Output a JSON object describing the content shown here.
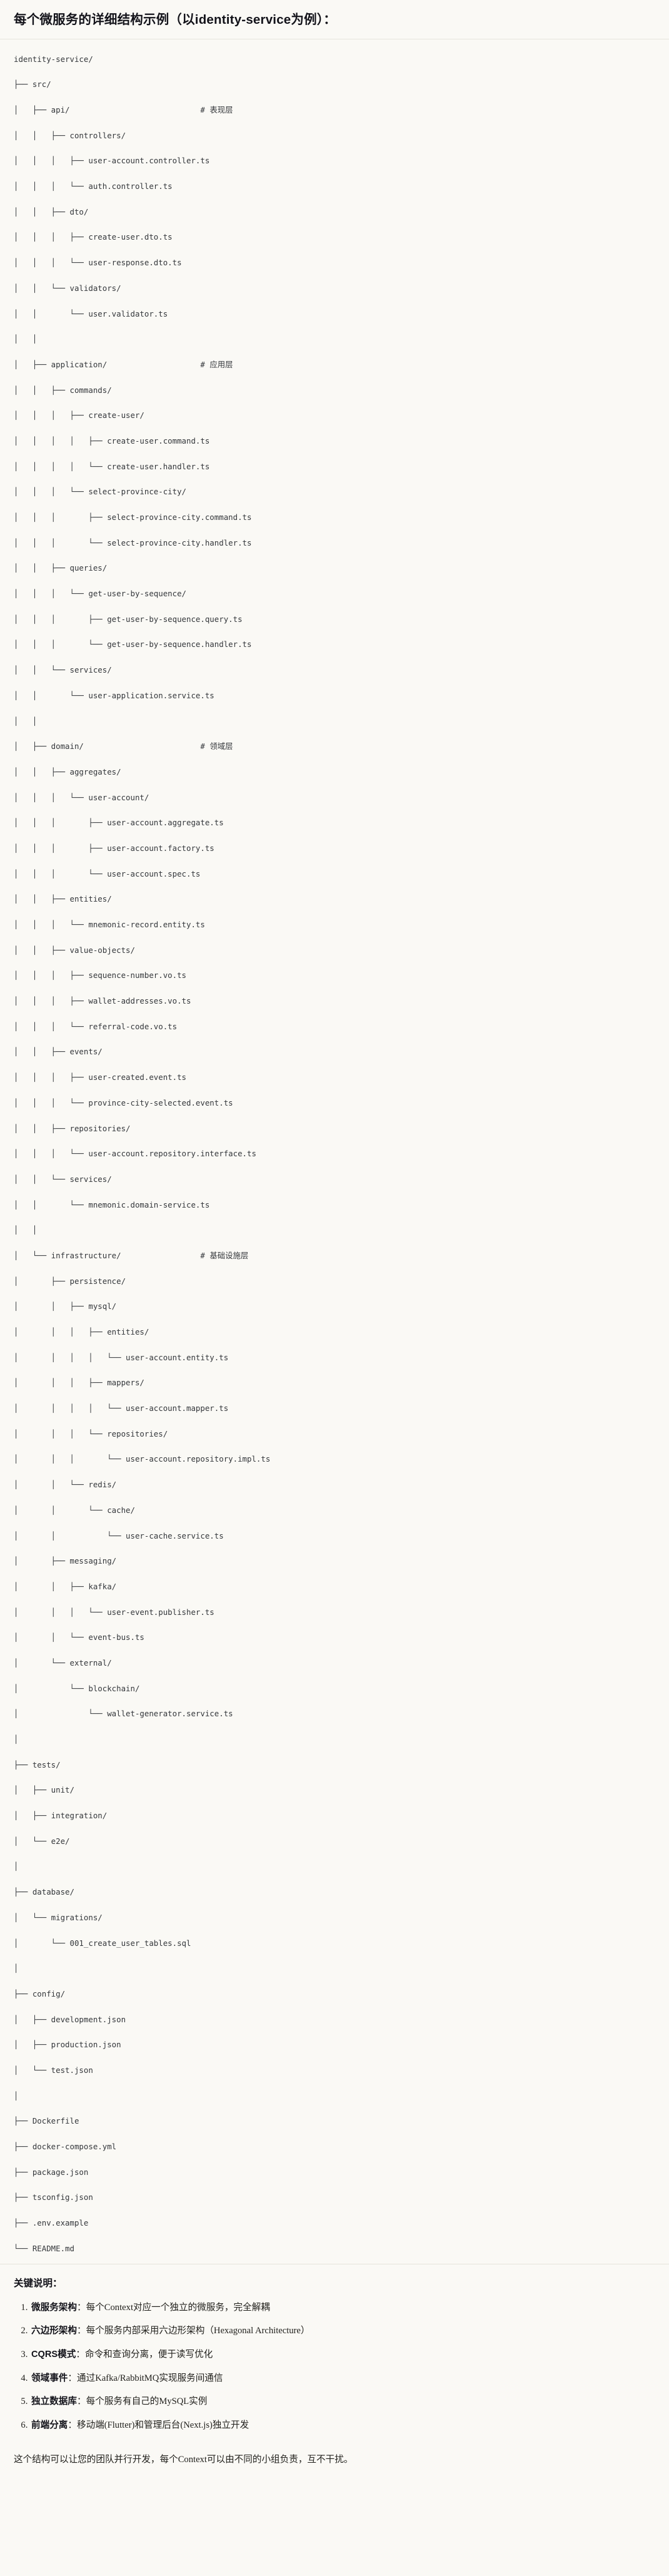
{
  "heading": "每个微服务的详细结构示例（以identity-service为例）：",
  "tree": {
    "root": "identity-service/",
    "lines": [
      {
        "text": "identity-service/",
        "comment": ""
      },
      {
        "text": "├── src/",
        "comment": ""
      },
      {
        "text": "│   ├── api/",
        "comment": "# 表现层"
      },
      {
        "text": "│   │   ├── controllers/",
        "comment": ""
      },
      {
        "text": "│   │   │   ├── user-account.controller.ts",
        "comment": ""
      },
      {
        "text": "│   │   │   └── auth.controller.ts",
        "comment": ""
      },
      {
        "text": "│   │   ├── dto/",
        "comment": ""
      },
      {
        "text": "│   │   │   ├── create-user.dto.ts",
        "comment": ""
      },
      {
        "text": "│   │   │   └── user-response.dto.ts",
        "comment": ""
      },
      {
        "text": "│   │   └── validators/",
        "comment": ""
      },
      {
        "text": "│   │       └── user.validator.ts",
        "comment": ""
      },
      {
        "text": "│   │",
        "comment": ""
      },
      {
        "text": "│   ├── application/",
        "comment": "# 应用层"
      },
      {
        "text": "│   │   ├── commands/",
        "comment": ""
      },
      {
        "text": "│   │   │   ├── create-user/",
        "comment": ""
      },
      {
        "text": "│   │   │   │   ├── create-user.command.ts",
        "comment": ""
      },
      {
        "text": "│   │   │   │   └── create-user.handler.ts",
        "comment": ""
      },
      {
        "text": "│   │   │   └── select-province-city/",
        "comment": ""
      },
      {
        "text": "│   │   │       ├── select-province-city.command.ts",
        "comment": ""
      },
      {
        "text": "│   │   │       └── select-province-city.handler.ts",
        "comment": ""
      },
      {
        "text": "│   │   ├── queries/",
        "comment": ""
      },
      {
        "text": "│   │   │   └── get-user-by-sequence/",
        "comment": ""
      },
      {
        "text": "│   │   │       ├── get-user-by-sequence.query.ts",
        "comment": ""
      },
      {
        "text": "│   │   │       └── get-user-by-sequence.handler.ts",
        "comment": ""
      },
      {
        "text": "│   │   └── services/",
        "comment": ""
      },
      {
        "text": "│   │       └── user-application.service.ts",
        "comment": ""
      },
      {
        "text": "│   │",
        "comment": ""
      },
      {
        "text": "│   ├── domain/",
        "comment": "# 领域层"
      },
      {
        "text": "│   │   ├── aggregates/",
        "comment": ""
      },
      {
        "text": "│   │   │   └── user-account/",
        "comment": ""
      },
      {
        "text": "│   │   │       ├── user-account.aggregate.ts",
        "comment": ""
      },
      {
        "text": "│   │   │       ├── user-account.factory.ts",
        "comment": ""
      },
      {
        "text": "│   │   │       └── user-account.spec.ts",
        "comment": ""
      },
      {
        "text": "│   │   ├── entities/",
        "comment": ""
      },
      {
        "text": "│   │   │   └── mnemonic-record.entity.ts",
        "comment": ""
      },
      {
        "text": "│   │   ├── value-objects/",
        "comment": ""
      },
      {
        "text": "│   │   │   ├── sequence-number.vo.ts",
        "comment": ""
      },
      {
        "text": "│   │   │   ├── wallet-addresses.vo.ts",
        "comment": ""
      },
      {
        "text": "│   │   │   └── referral-code.vo.ts",
        "comment": ""
      },
      {
        "text": "│   │   ├── events/",
        "comment": ""
      },
      {
        "text": "│   │   │   ├── user-created.event.ts",
        "comment": ""
      },
      {
        "text": "│   │   │   └── province-city-selected.event.ts",
        "comment": ""
      },
      {
        "text": "│   │   ├── repositories/",
        "comment": ""
      },
      {
        "text": "│   │   │   └── user-account.repository.interface.ts",
        "comment": ""
      },
      {
        "text": "│   │   └── services/",
        "comment": ""
      },
      {
        "text": "│   │       └── mnemonic.domain-service.ts",
        "comment": ""
      },
      {
        "text": "│   │",
        "comment": ""
      },
      {
        "text": "│   └── infrastructure/",
        "comment": "# 基础设施层"
      },
      {
        "text": "│       ├── persistence/",
        "comment": ""
      },
      {
        "text": "│       │   ├── mysql/",
        "comment": ""
      },
      {
        "text": "│       │   │   ├── entities/",
        "comment": ""
      },
      {
        "text": "│       │   │   │   └── user-account.entity.ts",
        "comment": ""
      },
      {
        "text": "│       │   │   ├── mappers/",
        "comment": ""
      },
      {
        "text": "│       │   │   │   └── user-account.mapper.ts",
        "comment": ""
      },
      {
        "text": "│       │   │   └── repositories/",
        "comment": ""
      },
      {
        "text": "│       │   │       └── user-account.repository.impl.ts",
        "comment": ""
      },
      {
        "text": "│       │   └── redis/",
        "comment": ""
      },
      {
        "text": "│       │       └── cache/",
        "comment": ""
      },
      {
        "text": "│       │           └── user-cache.service.ts",
        "comment": ""
      },
      {
        "text": "│       ├── messaging/",
        "comment": ""
      },
      {
        "text": "│       │   ├── kafka/",
        "comment": ""
      },
      {
        "text": "│       │   │   └── user-event.publisher.ts",
        "comment": ""
      },
      {
        "text": "│       │   └── event-bus.ts",
        "comment": ""
      },
      {
        "text": "│       └── external/",
        "comment": ""
      },
      {
        "text": "│           └── blockchain/",
        "comment": ""
      },
      {
        "text": "│               └── wallet-generator.service.ts",
        "comment": ""
      },
      {
        "text": "│",
        "comment": ""
      },
      {
        "text": "├── tests/",
        "comment": ""
      },
      {
        "text": "│   ├── unit/",
        "comment": ""
      },
      {
        "text": "│   ├── integration/",
        "comment": ""
      },
      {
        "text": "│   └── e2e/",
        "comment": ""
      },
      {
        "text": "│",
        "comment": ""
      },
      {
        "text": "├── database/",
        "comment": ""
      },
      {
        "text": "│   └── migrations/",
        "comment": ""
      },
      {
        "text": "│       └── 001_create_user_tables.sql",
        "comment": ""
      },
      {
        "text": "│",
        "comment": ""
      },
      {
        "text": "├── config/",
        "comment": ""
      },
      {
        "text": "│   ├── development.json",
        "comment": ""
      },
      {
        "text": "│   ├── production.json",
        "comment": ""
      },
      {
        "text": "│   └── test.json",
        "comment": ""
      },
      {
        "text": "│",
        "comment": ""
      },
      {
        "text": "├── Dockerfile",
        "comment": ""
      },
      {
        "text": "├── docker-compose.yml",
        "comment": ""
      },
      {
        "text": "├── package.json",
        "comment": ""
      },
      {
        "text": "├── tsconfig.json",
        "comment": ""
      },
      {
        "text": "├── .env.example",
        "comment": ""
      },
      {
        "text": "└── README.md",
        "comment": ""
      }
    ],
    "comment_column": 40
  },
  "keypoints": {
    "title": "关键说明：",
    "items": [
      {
        "term": "微服务架构",
        "sep": "：",
        "desc": "每个Context对应一个独立的微服务，完全解耦"
      },
      {
        "term": "六边形架构",
        "sep": "：",
        "desc": "每个服务内部采用六边形架构（Hexagonal Architecture）"
      },
      {
        "term": "CQRS模式",
        "sep": "：",
        "desc": "命令和查询分离，便于读写优化"
      },
      {
        "term": "领域事件",
        "sep": "：",
        "desc": "通过Kafka/RabbitMQ实现服务间通信"
      },
      {
        "term": "独立数据库",
        "sep": "：",
        "desc": "每个服务有自己的MySQL实例"
      },
      {
        "term": "前端分离",
        "sep": "：",
        "desc": "移动端(Flutter)和管理后台(Next.js)独立开发"
      }
    ]
  },
  "closing": "这个结构可以让您的团队并行开发，每个Context可以由不同的小组负责，互不干扰。"
}
